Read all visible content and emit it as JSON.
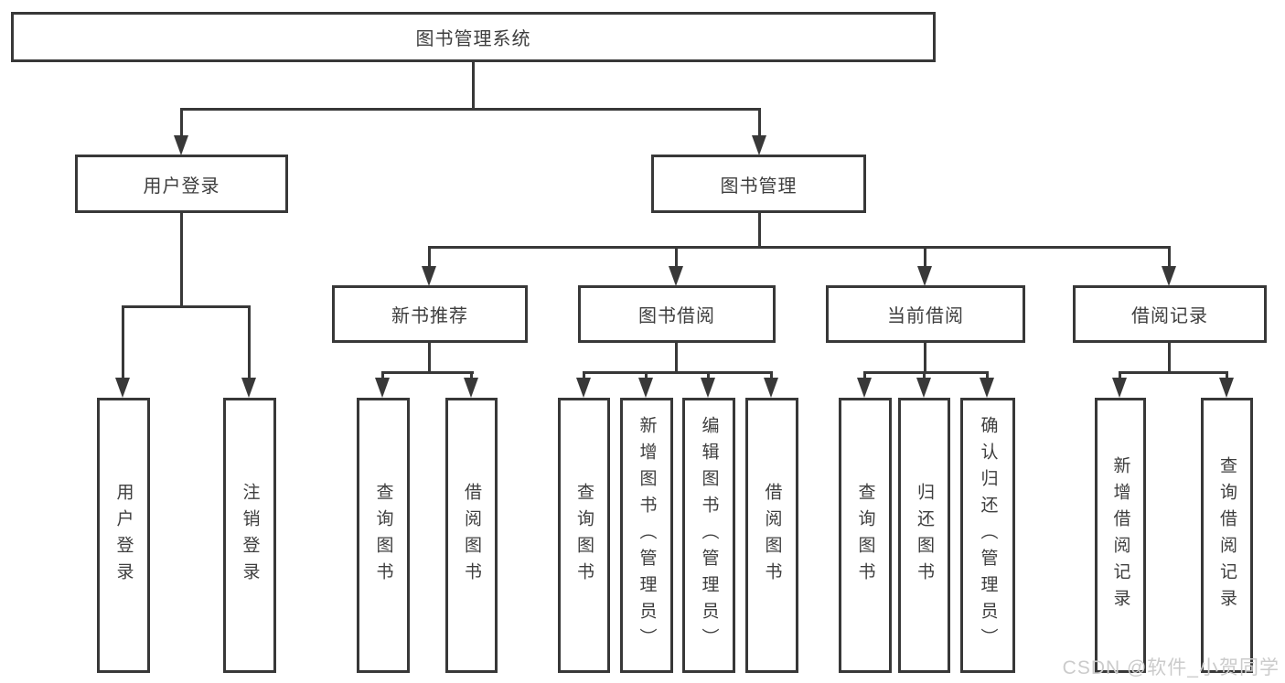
{
  "tree": {
    "root": {
      "label": "图书管理系统",
      "children": [
        {
          "label": "用户登录",
          "children": [
            {
              "label": "用户登录"
            },
            {
              "label": "注销登录"
            }
          ]
        },
        {
          "label": "图书管理",
          "children": [
            {
              "label": "新书推荐",
              "children": [
                {
                  "label": "查询图书"
                },
                {
                  "label": "借阅图书"
                }
              ]
            },
            {
              "label": "图书借阅",
              "children": [
                {
                  "label": "查询图书"
                },
                {
                  "label": "新增图书（管理员）"
                },
                {
                  "label": "编辑图书（管理员）"
                },
                {
                  "label": "借阅图书"
                }
              ]
            },
            {
              "label": "当前借阅",
              "children": [
                {
                  "label": "查询图书"
                },
                {
                  "label": "归还图书"
                },
                {
                  "label": "确认归还（管理员）"
                }
              ]
            },
            {
              "label": "借阅记录",
              "children": [
                {
                  "label": "新增借阅记录"
                },
                {
                  "label": "查询借阅记录"
                }
              ]
            }
          ]
        }
      ]
    }
  },
  "watermark": "CSDN @软件_小贺同学",
  "colors": {
    "line": "#383838",
    "text": "#3e3e3e",
    "watermark": "#cbcbcb",
    "background": "#ffffff"
  }
}
